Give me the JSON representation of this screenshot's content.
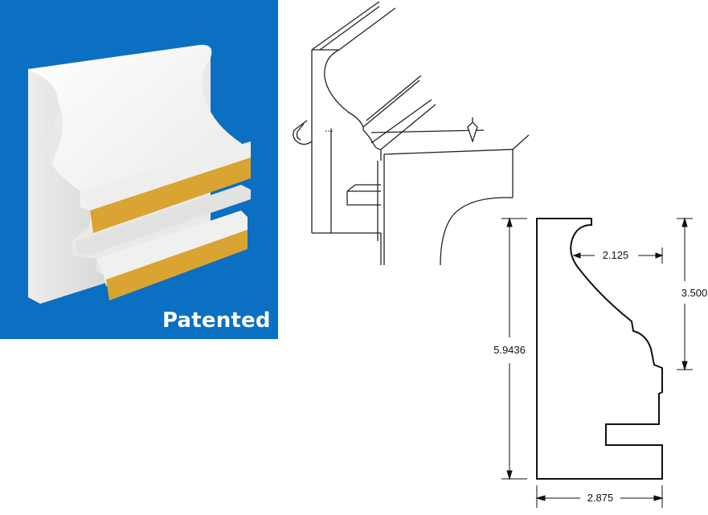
{
  "product_image": {
    "badge_text": "Patented",
    "background_color": "#0b6fc2",
    "foam_color": "#f3f3f1",
    "adhesive_strip_color": "#d9a431"
  },
  "installation_diagram": {
    "ellipsis": "..."
  },
  "profile_drawing": {
    "dimensions": {
      "overall_height": "5.9436",
      "cove_depth": "2.125",
      "upper_height": "3.500",
      "overall_width": "2.875"
    }
  }
}
